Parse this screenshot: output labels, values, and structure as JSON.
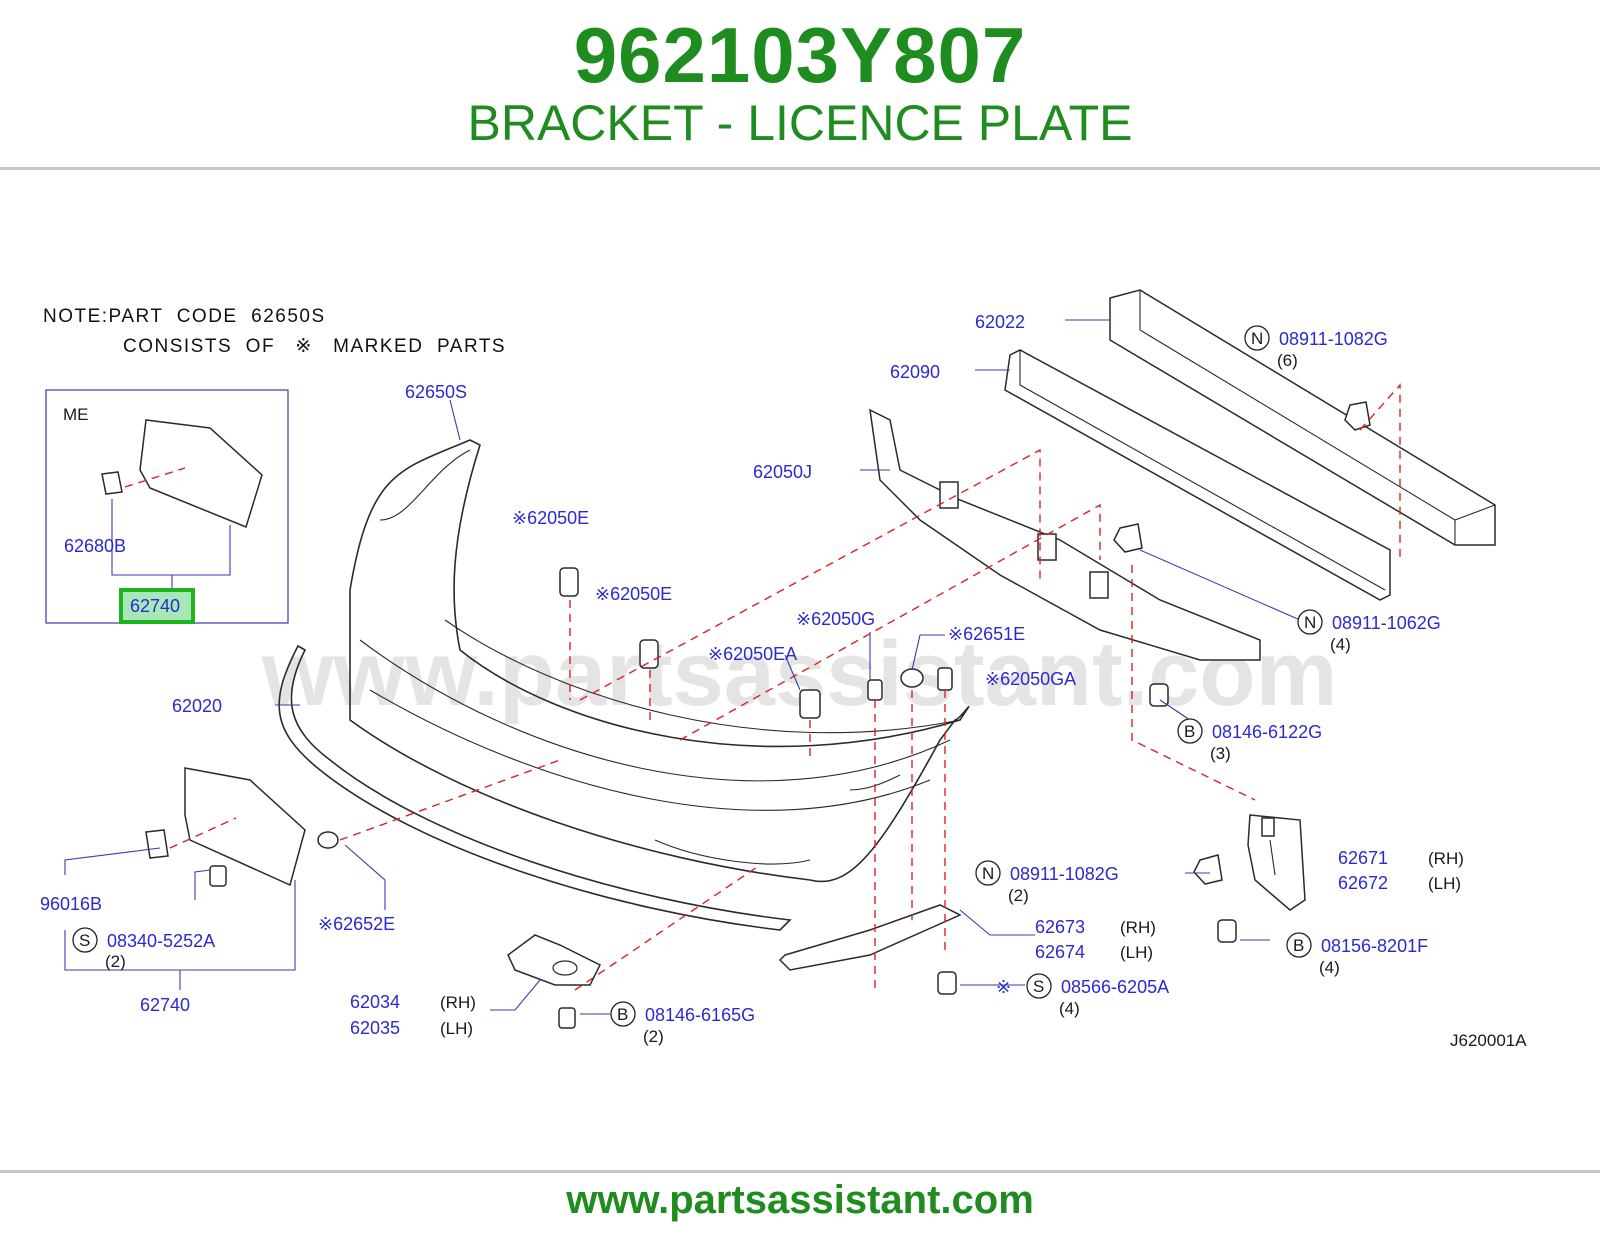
{
  "header": {
    "part_number": "962103Y807",
    "part_name": "BRACKET - LICENCE PLATE"
  },
  "footer": {
    "url": "www.partsassistant.com"
  },
  "watermark": "www.partsassistant.com",
  "diagram_code": "J620001A",
  "note": {
    "line1": "NOTE:PART  CODE  62650S",
    "line2": "CONSISTS  OF   ※   MARKED  PARTS"
  },
  "inset": {
    "title": "ME",
    "part_a": "62680B",
    "part_b": "62740"
  },
  "labels": {
    "p62022": "62022",
    "p62090": "62090",
    "p62650S": "62650S",
    "p62050J": "62050J",
    "p62050E_a": "※62050E",
    "p62050E_b": "※62050E",
    "p62050G": "※62050G",
    "p62050EA": "※62050EA",
    "p62651E": "※62651E",
    "p62050GA": "※62050GA",
    "p62020": "62020",
    "p96016B": "96016B",
    "p08340": "08340-5252A",
    "p08340_qty": "(2)",
    "p62740": "62740",
    "p62652E": "※62652E",
    "p62034": "62034",
    "p62034_side": "(RH)",
    "p62035": "62035",
    "p62035_side": "(LH)",
    "p08146_6165G": "08146-6165G",
    "p08146_6165G_qty": "(2)",
    "p08911_1082G_top": "08911-1082G",
    "p08911_1082G_top_qty": "(6)",
    "p08911_1062G": "08911-1062G",
    "p08911_1062G_qty": "(4)",
    "p08146_6122G": "08146-6122G",
    "p08146_6122G_qty": "(3)",
    "p08911_1082G_mid": "08911-1082G",
    "p08911_1082G_mid_qty": "(2)",
    "p62671": "62671",
    "p62671_side": "(RH)",
    "p62672": "62672",
    "p62672_side": "(LH)",
    "p08156_8201F": "08156-8201F",
    "p08156_8201F_qty": "(4)",
    "p62673": "62673",
    "p62673_side": "(RH)",
    "p62674": "62674",
    "p62674_side": "(LH)",
    "p08566_6205A": "08566-6205A",
    "p08566_6205A_qty": "(4)"
  },
  "badges": {
    "S": "S",
    "N": "N",
    "B": "B"
  },
  "colors": {
    "title": "#1e8c1e",
    "part_label": "#2a2ad0",
    "dashed_line": "#e02020",
    "highlight": "#1eb41e",
    "highlight_fill": "#a8e8b8"
  }
}
